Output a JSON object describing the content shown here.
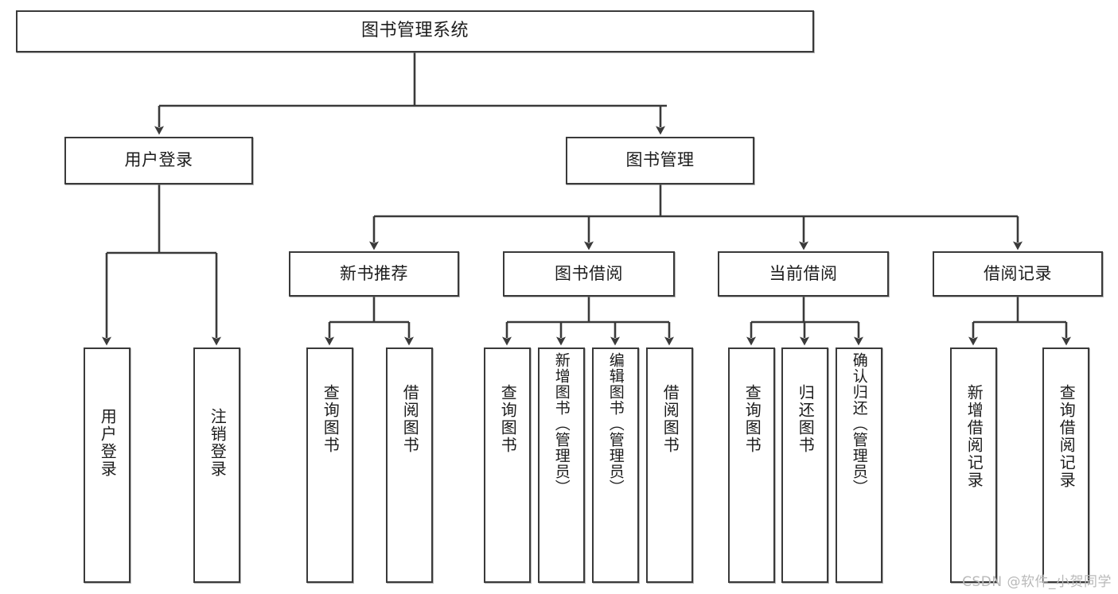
{
  "diagram": {
    "type": "tree",
    "title": "图书管理系统",
    "root": {
      "id": "root",
      "label": "图书管理系统"
    },
    "level2": [
      {
        "id": "user-login",
        "label": "用户登录"
      },
      {
        "id": "book-management",
        "label": "图书管理"
      }
    ],
    "level3": [
      {
        "id": "new-book-recommend",
        "label": "新书推荐"
      },
      {
        "id": "book-borrow",
        "label": "图书借阅"
      },
      {
        "id": "current-borrow",
        "label": "当前借阅"
      },
      {
        "id": "borrow-record",
        "label": "借阅记录"
      }
    ],
    "leaves": {
      "user_login": [
        {
          "id": "leaf-user-login",
          "label": "用户登录"
        },
        {
          "id": "leaf-user-logout",
          "label": "注销登录"
        }
      ],
      "new_book_recommend": [
        {
          "id": "leaf-query-book-1",
          "label": "查询图书"
        },
        {
          "id": "leaf-borrow-book-1",
          "label": "借阅图书"
        }
      ],
      "book_borrow": [
        {
          "id": "leaf-query-book-2",
          "label": "查询图书"
        },
        {
          "id": "leaf-add-book",
          "label": "新增图书（管理员）"
        },
        {
          "id": "leaf-edit-book",
          "label": "编辑图书（管理员）"
        },
        {
          "id": "leaf-borrow-book-2",
          "label": "借阅图书"
        }
      ],
      "current_borrow": [
        {
          "id": "leaf-query-book-3",
          "label": "查询图书"
        },
        {
          "id": "leaf-return-book",
          "label": "归还图书"
        },
        {
          "id": "leaf-confirm-return",
          "label": "确认归还（管理员）"
        }
      ],
      "borrow_record": [
        {
          "id": "leaf-add-record",
          "label": "新增借阅记录"
        },
        {
          "id": "leaf-query-record",
          "label": "查询借阅记录"
        }
      ]
    },
    "colors": {
      "node_border": "#3a3a3a",
      "node_fill": "#ffffff",
      "edge": "#3a3a3a",
      "text": "#1c1c1c",
      "watermark": "#b9b9b9",
      "background": "#ffffff"
    }
  },
  "watermark": {
    "text": "CSDN @软件_小贺同学"
  }
}
